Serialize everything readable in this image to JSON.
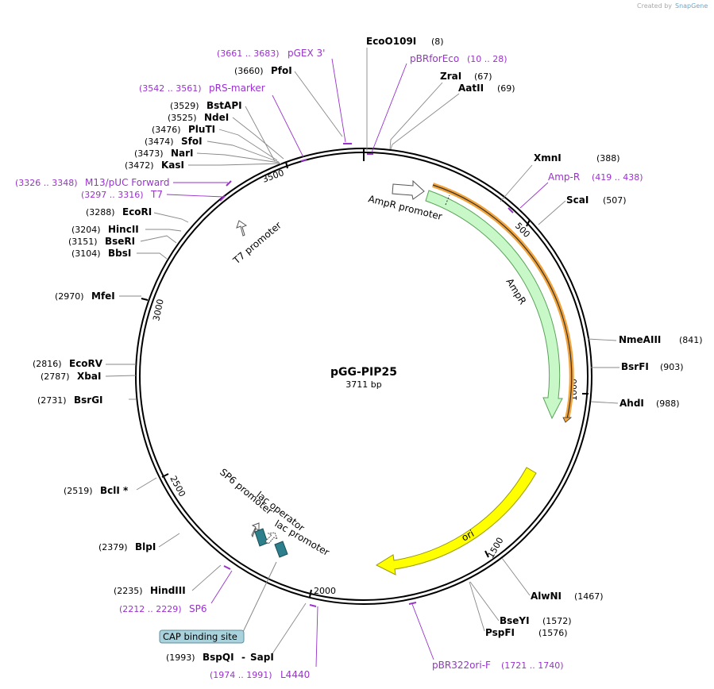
{
  "brand": "Created by",
  "brand_name": "SnapGene",
  "plasmid": {
    "name": "pGG-PIP25",
    "length_label": "3711 bp",
    "length": 3711
  },
  "sites": [
    {
      "id": "ecoo109i",
      "label": "EcoO109I",
      "pos": "(8)"
    },
    {
      "id": "zrai",
      "label": "ZraI",
      "pos": "(67)"
    },
    {
      "id": "aatii",
      "label": "AatII",
      "pos": "(69)"
    },
    {
      "id": "xmni",
      "label": "XmnI",
      "pos": "(388)"
    },
    {
      "id": "scai",
      "label": "ScaI",
      "pos": "(507)"
    },
    {
      "id": "nmeaiii",
      "label": "NmeAIII",
      "pos": "(841)"
    },
    {
      "id": "bsrfi",
      "label": "BsrFI",
      "pos": "(903)"
    },
    {
      "id": "ahdi",
      "label": "AhdI",
      "pos": "(988)"
    },
    {
      "id": "alwni",
      "label": "AlwNI",
      "pos": "(1467)"
    },
    {
      "id": "bseyi",
      "label": "BseYI",
      "pos": "(1572)"
    },
    {
      "id": "pspfi",
      "label": "PspFI",
      "pos": "(1576)"
    },
    {
      "id": "bspqi",
      "label": "BspQI",
      "pos": "(1993)"
    },
    {
      "id": "sapi",
      "label": "SapI",
      "pos": ""
    },
    {
      "id": "hindiii",
      "label": "HindIII",
      "pos": "(2235)"
    },
    {
      "id": "blpi",
      "label": "BlpI",
      "pos": "(2379)"
    },
    {
      "id": "bcli",
      "label": "BclI *",
      "pos": "(2519)"
    },
    {
      "id": "bsrgi",
      "label": "BsrGI",
      "pos": "(2731)"
    },
    {
      "id": "xbai",
      "label": "XbaI",
      "pos": "(2787)"
    },
    {
      "id": "ecorv",
      "label": "EcoRV",
      "pos": "(2816)"
    },
    {
      "id": "mfei",
      "label": "MfeI",
      "pos": "(2970)"
    },
    {
      "id": "bbsi",
      "label": "BbsI",
      "pos": "(3104)"
    },
    {
      "id": "bseri",
      "label": "BseRI",
      "pos": "(3151)"
    },
    {
      "id": "hincii",
      "label": "HincII",
      "pos": "(3204)"
    },
    {
      "id": "ecori",
      "label": "EcoRI",
      "pos": "(3288)"
    },
    {
      "id": "kasi",
      "label": "KasI",
      "pos": "(3472)"
    },
    {
      "id": "nari",
      "label": "NarI",
      "pos": "(3473)"
    },
    {
      "id": "sfoi",
      "label": "SfoI",
      "pos": "(3474)"
    },
    {
      "id": "pluti",
      "label": "PluTI",
      "pos": "(3476)"
    },
    {
      "id": "ndei",
      "label": "NdeI",
      "pos": "(3525)"
    },
    {
      "id": "bstapi",
      "label": "BstAPI",
      "pos": "(3529)"
    },
    {
      "id": "pfoi",
      "label": "PfoI",
      "pos": "(3660)"
    }
  ],
  "primers": [
    {
      "id": "pgex3",
      "label": "pGEX 3'",
      "range": "(3661 .. 3683)"
    },
    {
      "id": "pbrforeco",
      "label": "pBRforEco",
      "range": "(10 .. 28)"
    },
    {
      "id": "prsmarker",
      "label": "pRS-marker",
      "range": "(3542 .. 3561)"
    },
    {
      "id": "ampr",
      "label": "Amp-R",
      "range": "(419 .. 438)"
    },
    {
      "id": "m13",
      "label": "M13/pUC Forward",
      "range": "(3326 .. 3348)"
    },
    {
      "id": "t7",
      "label": "T7",
      "range": "(3297 .. 3316)"
    },
    {
      "id": "sp6",
      "label": "SP6",
      "range": "(2212 .. 2229)"
    },
    {
      "id": "l4440",
      "label": "L4440",
      "range": "(1974 .. 1991)"
    },
    {
      "id": "pbr322",
      "label": "pBR322ori-F",
      "range": "(1721 .. 1740)"
    }
  ],
  "ticks": [
    {
      "id": "t500",
      "label": "500"
    },
    {
      "id": "t1000",
      "label": "1000"
    },
    {
      "id": "t1500",
      "label": "1500"
    },
    {
      "id": "t2000",
      "label": "2000"
    },
    {
      "id": "t2500",
      "label": "2500"
    },
    {
      "id": "t3000",
      "label": "3000"
    },
    {
      "id": "t3500",
      "label": "3500"
    }
  ],
  "features": [
    {
      "id": "amprpromoter",
      "label": "AmpR promoter"
    },
    {
      "id": "ampr",
      "label": "AmpR"
    },
    {
      "id": "ori",
      "label": "ori"
    },
    {
      "id": "t7promoter",
      "label": "T7 promoter"
    },
    {
      "id": "sp6promoter",
      "label": "SP6 promoter"
    },
    {
      "id": "lacoperator",
      "label": "lac operator"
    },
    {
      "id": "lacpromoter",
      "label": "lac promoter"
    },
    {
      "id": "cap",
      "label": "CAP binding site"
    }
  ],
  "colors": {
    "ampr_fill": "#c8f7c8",
    "ampr_stroke": "#5aa35a",
    "ori_fill": "#ffff00",
    "primer": "#9932cc",
    "amp_primer_track": "#f2a33a",
    "lac_operator": "#2e7f8c",
    "cap_fill": "#a9d2dc"
  }
}
